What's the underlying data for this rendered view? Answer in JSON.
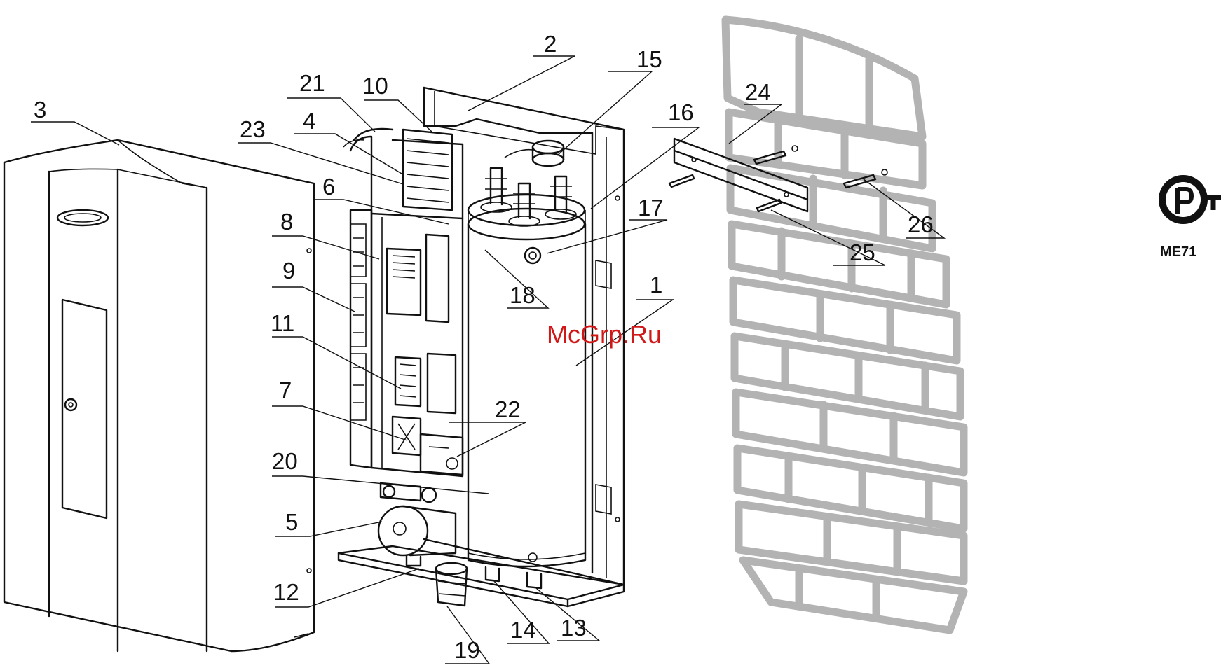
{
  "labels": {
    "l1": "1",
    "l2": "2",
    "l3": "3",
    "l4": "4",
    "l5": "5",
    "l6": "6",
    "l7": "7",
    "l8": "8",
    "l9": "9",
    "l10": "10",
    "l11": "11",
    "l12": "12",
    "l13": "13",
    "l14": "14",
    "l15": "15",
    "l16": "16",
    "l17": "17",
    "l18": "18",
    "l19": "19",
    "l20": "20",
    "l21": "21",
    "l22": "22",
    "l23": "23",
    "l24": "24",
    "l25": "25",
    "l26": "26"
  },
  "watermark": "McGrp.Ru",
  "certification": {
    "code": "МЕ71"
  },
  "colors": {
    "line": "#111111",
    "brick": "#b3b3b3",
    "watermark": "#d01818"
  }
}
